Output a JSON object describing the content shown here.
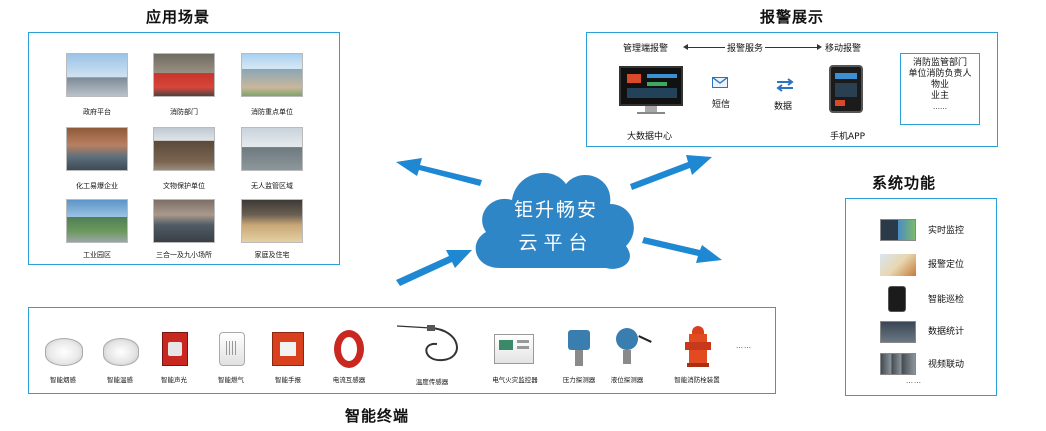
{
  "scenarios": {
    "title": "应用场景",
    "items": [
      {
        "label": "政府平台"
      },
      {
        "label": "消防部门"
      },
      {
        "label": "消防重点单位"
      },
      {
        "label": "化工易爆企业"
      },
      {
        "label": "文物保护单位"
      },
      {
        "label": "无人监管区域"
      },
      {
        "label": "工业园区"
      },
      {
        "label": "三合一及九小场所"
      },
      {
        "label": "家庭及住宅"
      }
    ]
  },
  "alarm": {
    "title": "报警展示",
    "mgmt_label": "管理端报警",
    "service_label": "报警服务",
    "mobile_label": "移动报警",
    "bigdata_label": "大数据中心",
    "sms_label": "短信",
    "data_label": "数据",
    "app_label": "手机APP",
    "recipients": [
      "消防监管部门",
      "单位消防负责人",
      "物业",
      "业主",
      "……"
    ]
  },
  "cloud": {
    "line1": "钜升畅安",
    "line2": "云平台"
  },
  "functions": {
    "title": "系统功能",
    "items": [
      {
        "label": "实时监控"
      },
      {
        "label": "报警定位"
      },
      {
        "label": "智能巡检"
      },
      {
        "label": "数据统计"
      },
      {
        "label": "视频联动"
      }
    ],
    "more": "……"
  },
  "terminals": {
    "title": "智能终端",
    "items": [
      {
        "label": "智能烟感"
      },
      {
        "label": "智能温感"
      },
      {
        "label": "智能声光"
      },
      {
        "label": "智能燃气"
      },
      {
        "label": "智能手报"
      },
      {
        "label": "电流互感器"
      },
      {
        "label": "温度传感器"
      },
      {
        "label": "电气火灾监控器"
      },
      {
        "label": "压力探测器"
      },
      {
        "label": "液位探测器"
      },
      {
        "label": "智能消防栓装置"
      }
    ],
    "more": "……"
  },
  "colors": {
    "border": "#2aa0d6",
    "cloud": "#2f86c7",
    "arrow": "#1e88d2"
  }
}
